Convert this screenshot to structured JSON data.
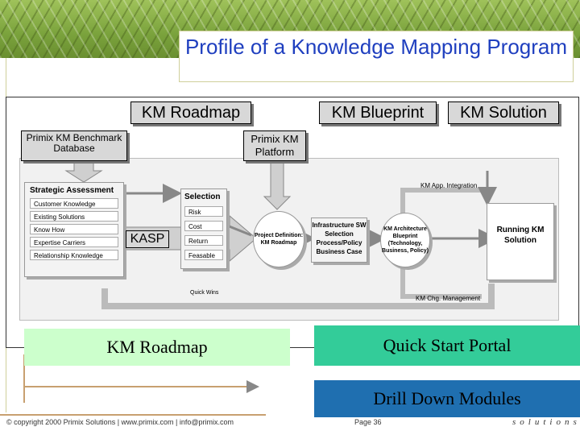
{
  "title": "Profile of a Knowledge Mapping Program",
  "phases": {
    "roadmap": "KM Roadmap",
    "blueprint": "KM Blueprint",
    "solution": "KM Solution"
  },
  "inputs": {
    "benchmark_db": "Primix KM Benchmark Database",
    "platform": "Primix KM Platform"
  },
  "strategic_assessment": {
    "title": "Strategic Assessment",
    "items": [
      "Customer Knowledge",
      "Existing Solutions",
      "Know How",
      "Expertise Carriers",
      "Relationship Knowledge"
    ]
  },
  "selection": {
    "title": "Selection",
    "items": [
      "Risk",
      "Cost",
      "Return",
      "Feasable"
    ]
  },
  "kasp_label": "KASP",
  "project_definition": "Project Definition: KM Roadmap",
  "infrastructure": "Infrastructure SW Selection Process/Policy Business Case",
  "architecture": "KM Architecture Blueprint (Technology, Business, Policy)",
  "running": "Running KM Solution",
  "app_integration": "KM App. Integration",
  "chg_management": "KM Chg. Management",
  "quick_wins": "Quick Wins",
  "bottom_boxes": {
    "roadmap": "KM Roadmap",
    "quick_start": "Quick Start Portal",
    "drill_down": "Drill Down Modules"
  },
  "footer": {
    "copyright": "© copyright 2000 Primix Solutions | www.primix.com | info@primix.com",
    "page": "Page 36",
    "logo": "solutions"
  },
  "colors": {
    "title_text": "#1f3fbf",
    "roadmap_box": "#ccffcc",
    "quick_start_box": "#33cc99",
    "drill_down_box": "#1f6fb0",
    "banner": "#8ab048"
  }
}
